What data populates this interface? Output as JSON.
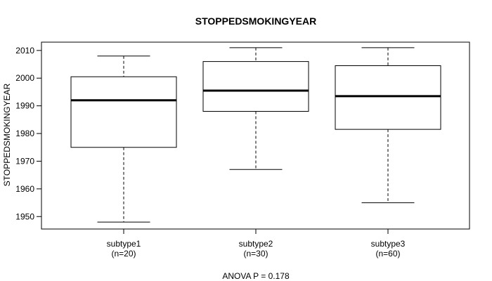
{
  "chart_data": {
    "type": "box",
    "title": "STOPPEDSMOKINGYEAR",
    "ylabel": "STOPPEDSMOKINGYEAR",
    "xlabel": "",
    "ylim": [
      1945.5,
      2013
    ],
    "yticks": [
      1950,
      1960,
      1970,
      1980,
      1990,
      2000,
      2010
    ],
    "grid": false,
    "groups": [
      {
        "name": "subtype1",
        "count_label": "(n=20)",
        "min": 1948,
        "q1": 1975,
        "median": 1992,
        "q3": 2000.5,
        "max": 2008
      },
      {
        "name": "subtype2",
        "count_label": "(n=30)",
        "min": 1967,
        "q1": 1988,
        "median": 1995.5,
        "q3": 2006,
        "max": 2011
      },
      {
        "name": "subtype3",
        "count_label": "(n=60)",
        "min": 1955,
        "q1": 1981.5,
        "median": 1993.5,
        "q3": 2004.5,
        "max": 2011
      }
    ],
    "footnote": "ANOVA P = 0.178"
  }
}
